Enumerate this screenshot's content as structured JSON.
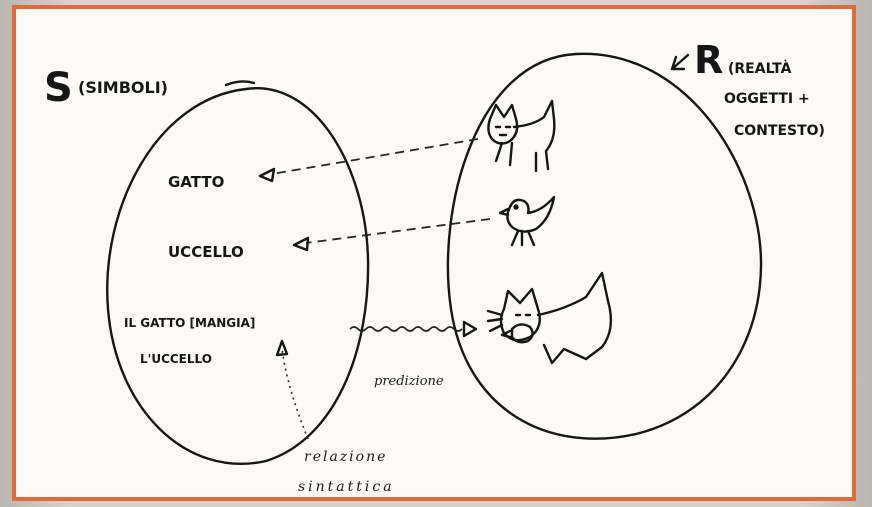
{
  "left_set": {
    "letter": "S",
    "caption": "(SIMBOLI)",
    "symbols": {
      "gatto": "GATTO",
      "uccello": "UCCELLO",
      "sentence_line1": "IL GATTO [MANGIA]",
      "sentence_line2": "L'UCCELLO"
    }
  },
  "right_set": {
    "letter": "R",
    "caption_line1": "(REALTÀ",
    "caption_line2": "OGGETTI +",
    "caption_line3": "CONTESTO)"
  },
  "annotations": {
    "predizione": "predizione",
    "relazione_line1": "relazione",
    "relazione_line2": "sintattica"
  },
  "colors": {
    "frame": "#e06a3a",
    "ink": "#161616",
    "paper": "#fbfaf7"
  }
}
